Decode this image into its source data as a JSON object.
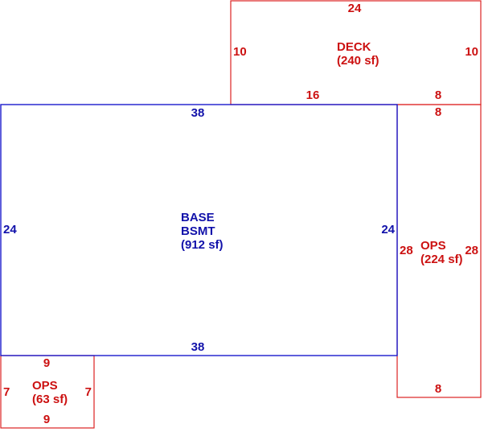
{
  "areas": {
    "deck": {
      "name": "DECK",
      "area": "(240 sf)",
      "dims": {
        "top": "24",
        "left": "10",
        "right": "10",
        "bottom_left": "16",
        "bottom_right": "8"
      },
      "color": "#dd2222"
    },
    "base": {
      "name": "BASE",
      "name2": "BSMT",
      "area": "(912 sf)",
      "dims": {
        "top": "38",
        "bottom": "38",
        "left": "24",
        "right": "24"
      },
      "color": "#1a1acc"
    },
    "ops_right": {
      "name": "OPS",
      "area": "(224 sf)",
      "dims": {
        "top": "8",
        "left": "28",
        "right": "28",
        "bottom": "8"
      },
      "color": "#dd2222"
    },
    "ops_small": {
      "name": "OPS",
      "area": "(63 sf)",
      "dims": {
        "top": "9",
        "left": "7",
        "right": "7",
        "bottom": "9"
      },
      "color": "#dd2222"
    }
  }
}
